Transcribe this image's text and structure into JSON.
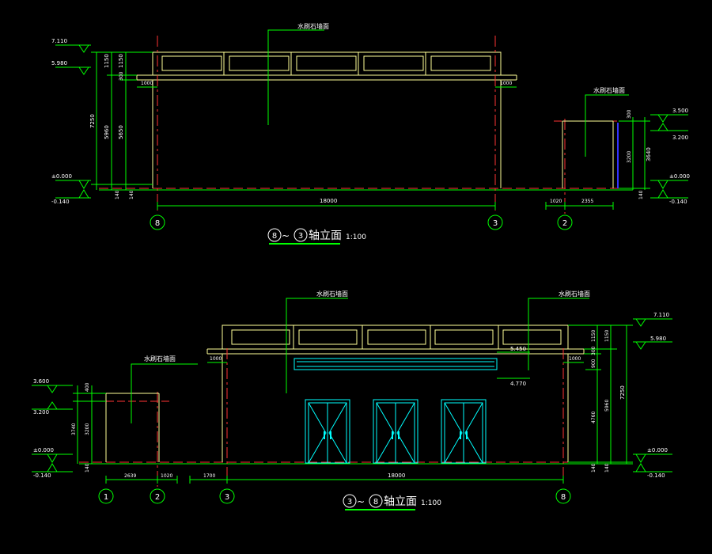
{
  "colors": {
    "background": "#000000",
    "dimension": "#00ff00",
    "wall": "#ffff99",
    "axis": "#ff3333",
    "door": "#00ffff",
    "text": "#ffffff",
    "blue": "#3333ff"
  },
  "top": {
    "title_axes": [
      "8",
      "3"
    ],
    "title_sep": "~",
    "title_text": "轴立面",
    "scale": "1:100",
    "material_label_main": "水刷石墙面",
    "material_label_side": "水刷石墙面",
    "elev_left": [
      "7.110",
      "5.980",
      "±0.000",
      "-0.140"
    ],
    "elev_right": [
      "3.500",
      "3.200",
      "±0.000",
      "-0.140"
    ],
    "dims_left_outer": [
      "7250"
    ],
    "dims_left_mid": [
      "1150",
      "5960"
    ],
    "dims_left_inner": [
      "1150",
      "300",
      "5650"
    ],
    "dims_left_bottom": [
      "140",
      "140"
    ],
    "dims_right": [
      "300",
      "3200",
      "3640",
      "140"
    ],
    "eave_offsets": [
      "1000",
      "1000"
    ],
    "span_main": "18000",
    "span_side": [
      "1020",
      "2355"
    ],
    "grid_axes": [
      "8",
      "3",
      "2"
    ]
  },
  "bottom": {
    "title_axes": [
      "3",
      "8"
    ],
    "title_sep": "~",
    "title_text": "轴立面",
    "scale": "1:100",
    "material_labels": [
      "水刷石墙面",
      "水刷石墙面",
      "水刷石墙面"
    ],
    "elev_left": [
      "3.600",
      "3.200",
      "±0.000",
      "-0.140"
    ],
    "elev_right": [
      "7.110",
      "5.980",
      "±0.000",
      "-0.140"
    ],
    "elev_canopy": [
      "5.450",
      "4.770"
    ],
    "dims_left": [
      "400",
      "3740",
      "3200",
      "140"
    ],
    "dims_right_inner": [
      "1150",
      "300",
      "900",
      "4760",
      "140"
    ],
    "dims_right_mid": [
      "1150",
      "5960",
      "140"
    ],
    "dims_right_outer": [
      "7250"
    ],
    "eave_offsets": [
      "1000",
      "1000"
    ],
    "span_main": "18000",
    "span_left": [
      "2639",
      "1020",
      "1700"
    ],
    "grid_axes": [
      "1",
      "2",
      "3",
      "8"
    ]
  }
}
